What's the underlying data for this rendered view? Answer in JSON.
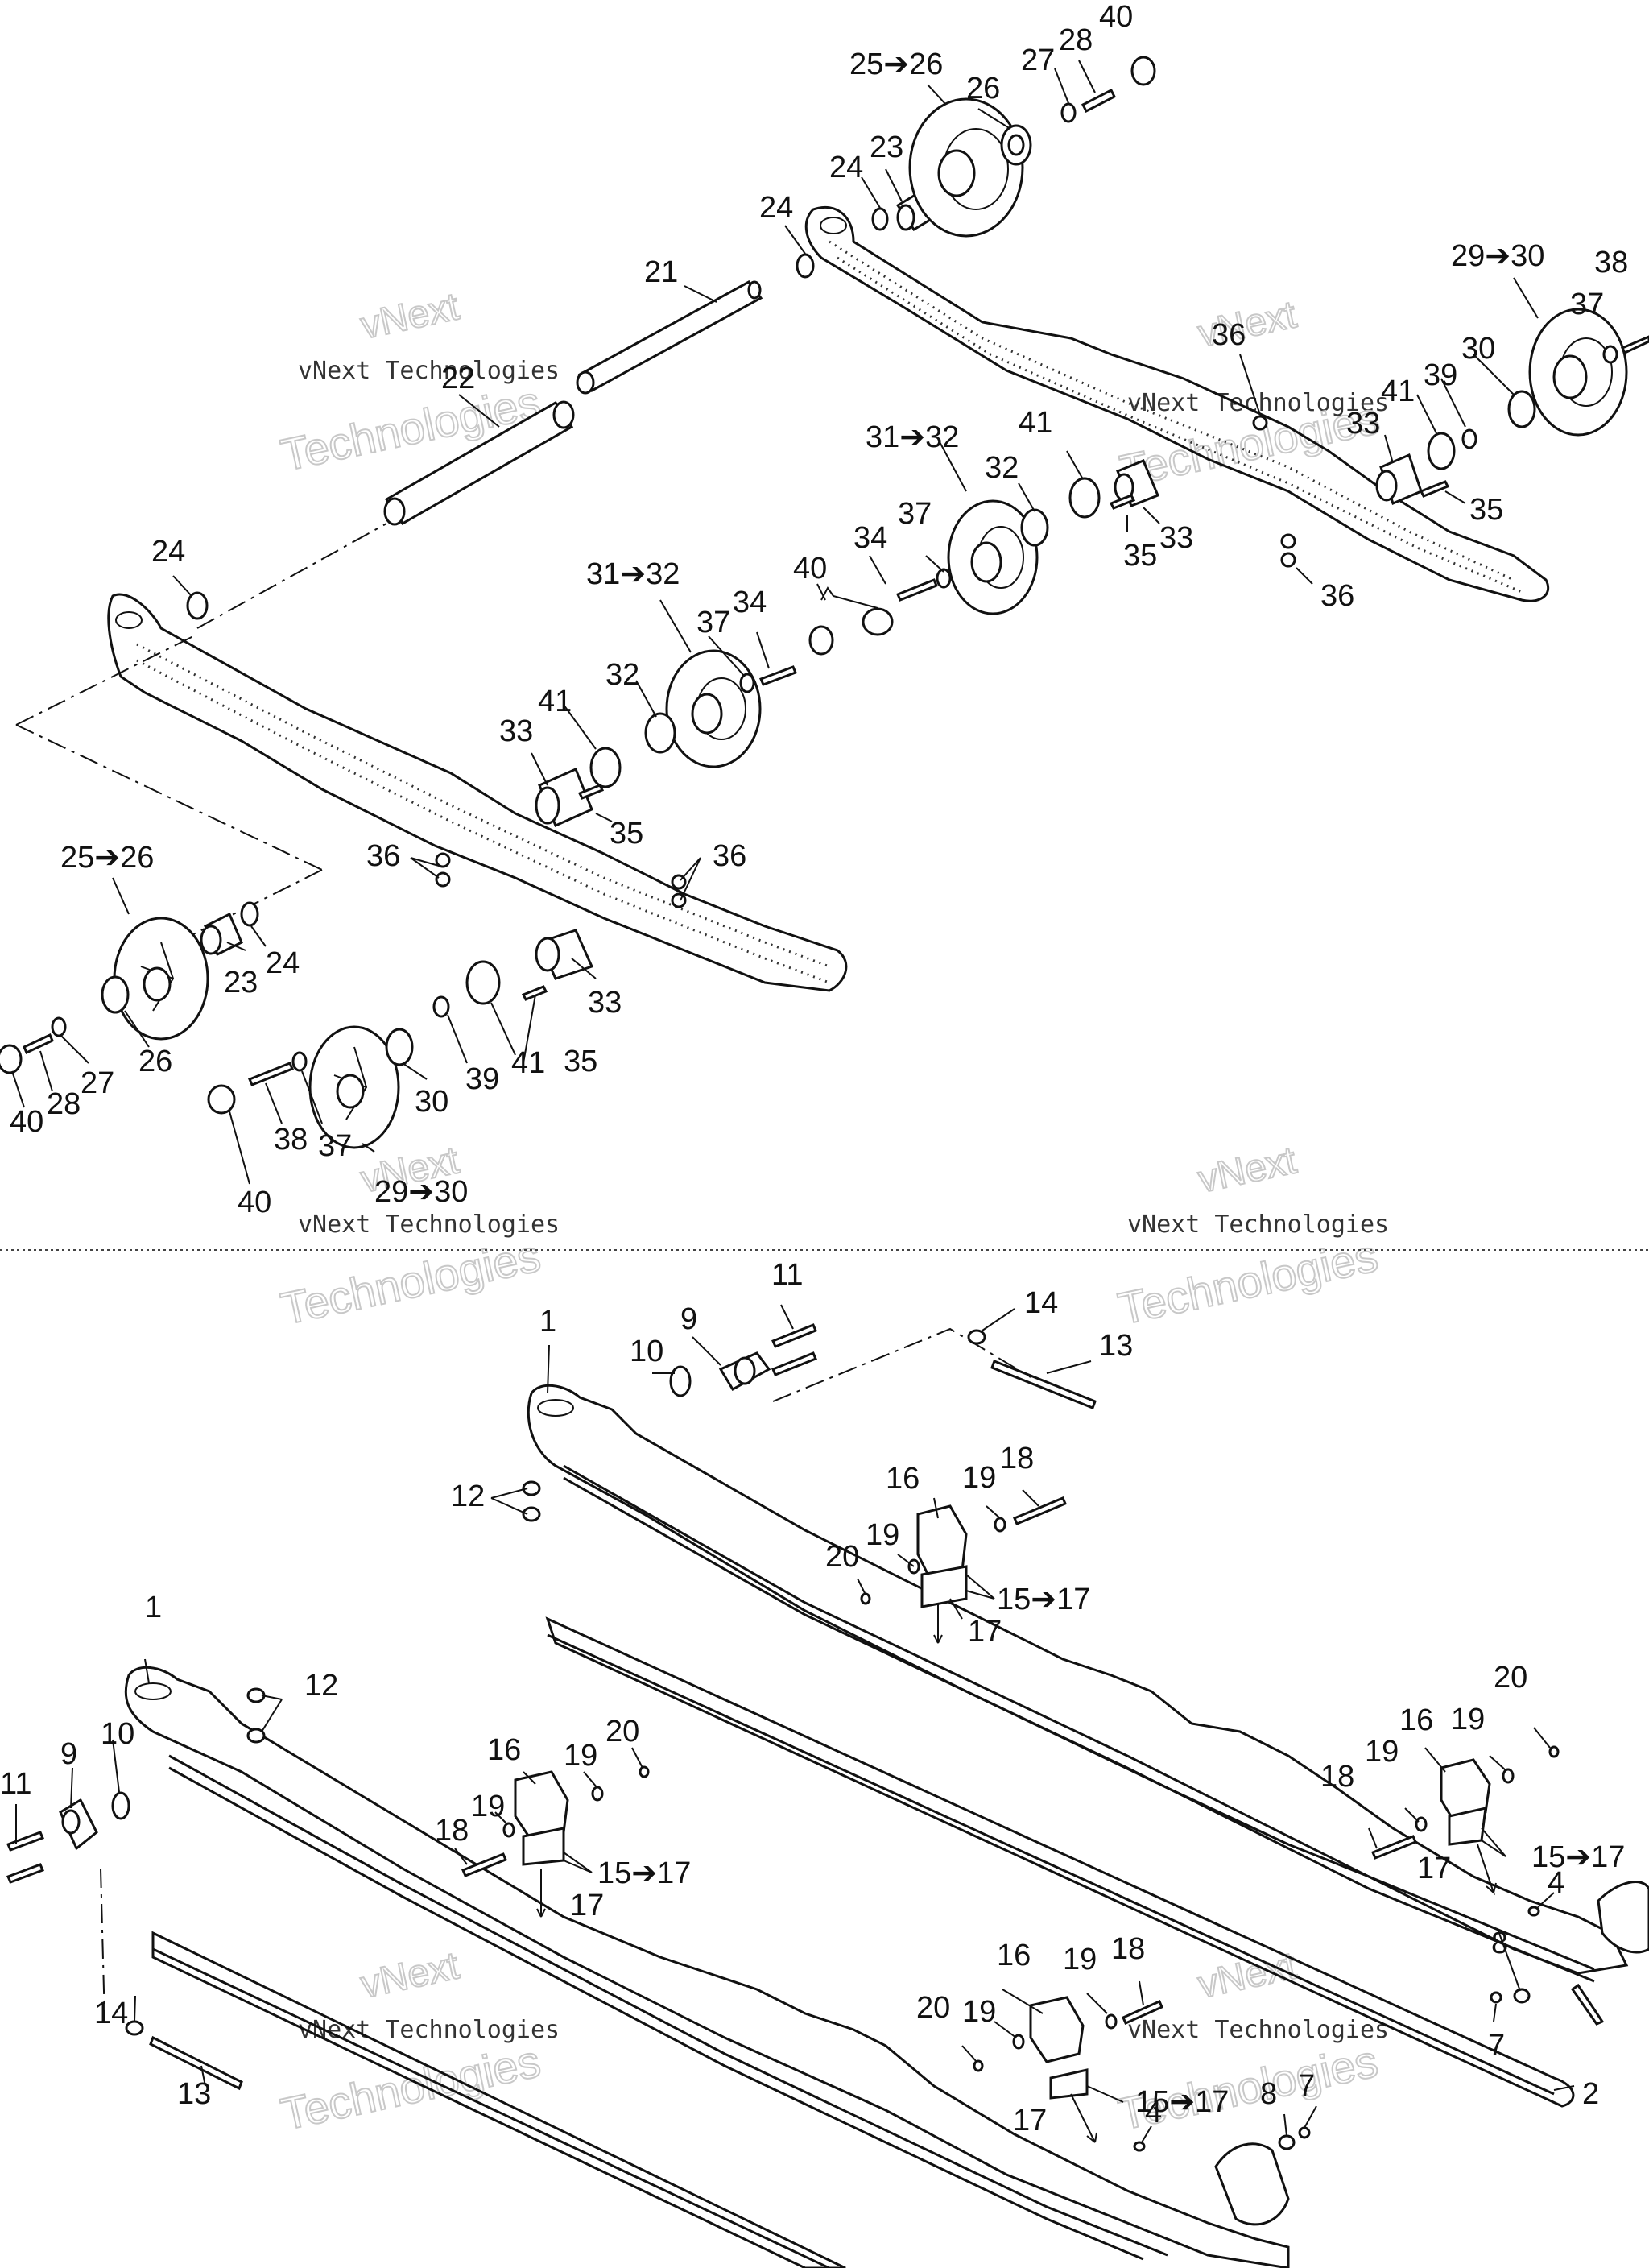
{
  "watermark": {
    "line1": "vNext",
    "line2": "vNext Technologies",
    "line3": "Technologies"
  },
  "callouts": {
    "c1": "1",
    "c2": "2",
    "c4": "4",
    "c7": "7",
    "c8": "8",
    "c9": "9",
    "c10": "10",
    "c11": "11",
    "c12": "12",
    "c13": "13",
    "c14": "14",
    "c15_17": "15➔17",
    "c16": "16",
    "c17": "17",
    "c18": "18",
    "c19": "19",
    "c20": "20",
    "c21": "21",
    "c22": "22",
    "c23": "23",
    "c24": "24",
    "c25_26": "25➔26",
    "c26": "26",
    "c27": "27",
    "c28": "28",
    "c29_30": "29➔30",
    "c30": "30",
    "c31_32": "31➔32",
    "c32": "32",
    "c33": "33",
    "c34": "34",
    "c35": "35",
    "c36": "36",
    "c37": "37",
    "c38": "38",
    "c39": "39",
    "c40": "40",
    "c41": "41"
  }
}
